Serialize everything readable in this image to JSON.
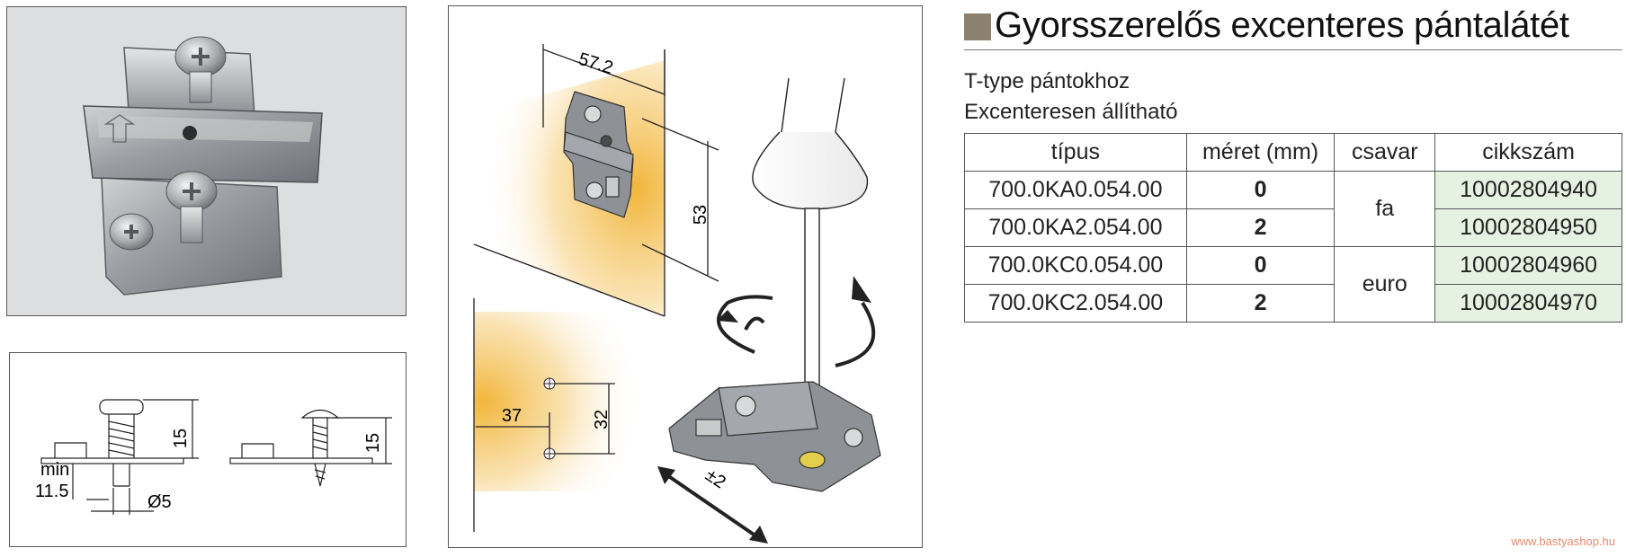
{
  "title": "Gyorsszerelős excenteres pántalátét",
  "subtitles": [
    "T-type pántokhoz",
    "Excenteresen állítható"
  ],
  "table": {
    "headers": [
      "típus",
      "méret (mm)",
      "csavar",
      "cikkszám"
    ],
    "rows": [
      {
        "type": "700.0KA0.054.00",
        "size": "0",
        "article": "10002804940"
      },
      {
        "type": "700.0KA2.054.00",
        "size": "2",
        "article": "10002804950"
      },
      {
        "type": "700.0KC0.054.00",
        "size": "0",
        "article": "10002804960"
      },
      {
        "type": "700.0KC2.054.00",
        "size": "2",
        "article": "10002804970"
      }
    ],
    "screw_groups": [
      "fa",
      "euro"
    ]
  },
  "dims": {
    "height_left": "15",
    "height_right": "15",
    "min_label": "min",
    "min_value": "11.5",
    "diameter": "Ø5"
  },
  "diagram": {
    "width_dim": "57.2",
    "height_dim": "53",
    "offset_dim": "37",
    "spacing_dim": "32",
    "adjust_dim": "±2"
  },
  "watermark": "www.bastyashop.hu",
  "colors": {
    "title_square": "#8c8070",
    "article_bg": "#e5f2e1",
    "glow": "#f2b53a",
    "plate": "#8e9196"
  }
}
